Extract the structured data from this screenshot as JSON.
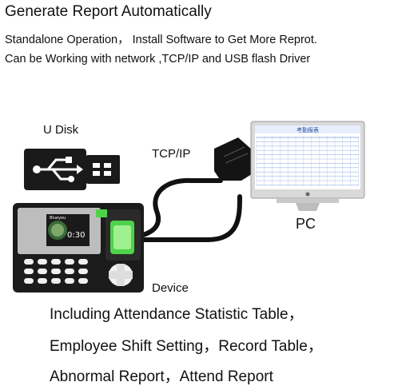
{
  "headline": "Generate Report Automatically",
  "lines": [
    "Standalone Operation， Install Software to Get More Reprot.",
    "Can be Working with network ,TCP/IP and USB flash Driver"
  ],
  "diagram": {
    "udisk_label": "U Disk",
    "cable_label": "TCP/IP",
    "pc_label": "PC",
    "device_label": "Device",
    "device_brand": "Blueyou",
    "device_clock": "0:30",
    "monitor_header": "考勤报表"
  },
  "features": [
    "Including Attendance Statistic Table，",
    "Employee Shift Setting，Record Table，",
    "Abnormal Report，Attend Report"
  ],
  "colors": {
    "device_body": "#1b1b1b",
    "fingerprint_green": "#4fd24a",
    "monitor_blue": "#2a6fd6",
    "cable": "#111111"
  }
}
